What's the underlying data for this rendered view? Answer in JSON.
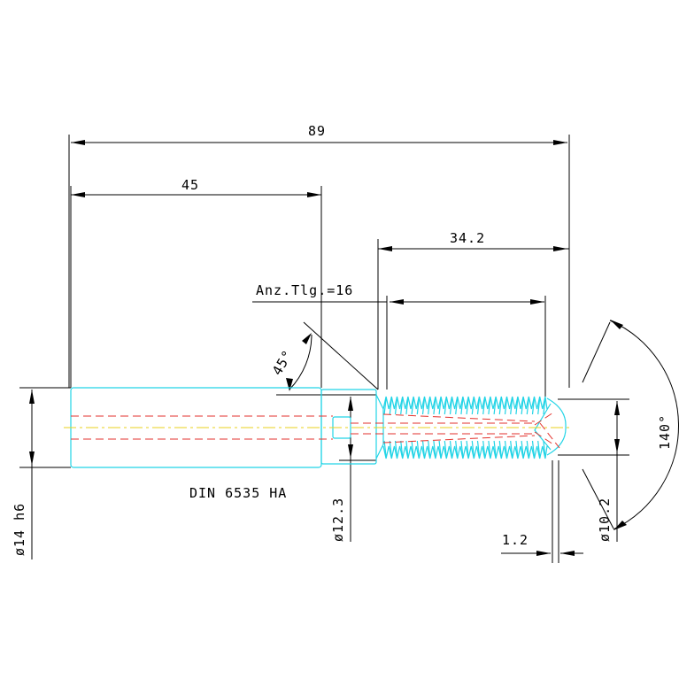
{
  "drawing": {
    "dimensions": {
      "total_length": "89",
      "shank_length": "45",
      "thread_length": "34.2",
      "teeth_count": "Anz.Tlg.=16",
      "chamfer_angle": "45°",
      "tip_angle": "140°",
      "shank_diameter": "ø14 h6",
      "neck_diameter": "ø12.3",
      "core_diameter": "ø10.2",
      "tip_offset": "1.2"
    },
    "standard": "DIN 6535 HA"
  },
  "colors": {
    "outline": "#22d4e6",
    "hidden_line": "#e3322c",
    "center_line": "#e8d21c",
    "dimension": "#000000"
  }
}
